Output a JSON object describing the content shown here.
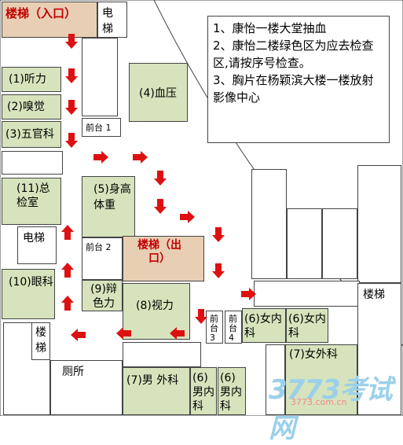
{
  "stairs_entrance": "楼梯（入口）",
  "elevator_top": "电梯",
  "hearing": "(1)听力",
  "smell": "(2)嗅觉",
  "ent": "(3)五官科",
  "blood_pressure": "(4)血压",
  "front_desk_1": "前台 1",
  "height_weight": "(5)身高体重",
  "general_check": "(11)总检室",
  "elevator_left": "电梯",
  "front_desk_2": "前台 2",
  "stairs_exit": "楼梯（出口）",
  "eye": "(10)眼科",
  "color_vision": "(9)辩色力",
  "vision": "(8)视力",
  "front_desk_3": "前台3",
  "front_desk_4": "前台4",
  "female_internal_a": "(6)女内科",
  "female_internal_b": "(6)女内科",
  "female_surgery": "(7)女外科",
  "stairs_right": "楼梯",
  "stairs_left": "楼梯",
  "toilet": "厕所",
  "male_surgery": "(7)男 外科",
  "male_internal_a": "(6)男内科",
  "male_internal_b": "(6)男内科",
  "notes": [
    "1、康怡一楼大堂抽血",
    "2、康怡二楼绿色区为应去检查区,请按序号检查。",
    "3、胸片在杨颖滨大楼一楼放射影像中心"
  ],
  "watermark": "3773考试网",
  "watermark_url": "3773.com.cn",
  "colors": {
    "exam_area": "#d6e3bc",
    "stairs": "#e8cfb4",
    "arrow": "#dd1111",
    "stairs_text": "#c00000"
  }
}
